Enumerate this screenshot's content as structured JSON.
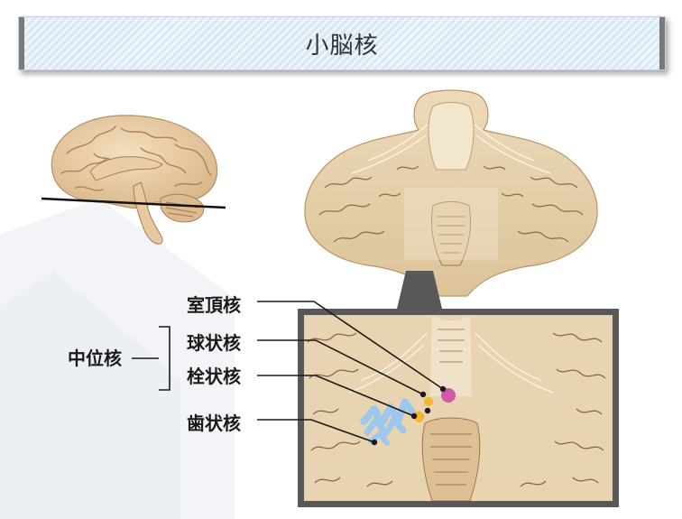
{
  "title": "小脳核",
  "labels": {
    "fastigial": "室頂核",
    "globose": "球状核",
    "emboliform": "栓状核",
    "dentate": "歯状核",
    "interposed": "中位核"
  },
  "colors": {
    "fastigial": "#d05aa8",
    "globose": "#f2b632",
    "emboliform": "#f2b632",
    "dentate": "#9cc8ee",
    "tissue": "#e7d3ae",
    "zoom_frame": "#585858",
    "banner_stripe": "#d8e7f3"
  }
}
